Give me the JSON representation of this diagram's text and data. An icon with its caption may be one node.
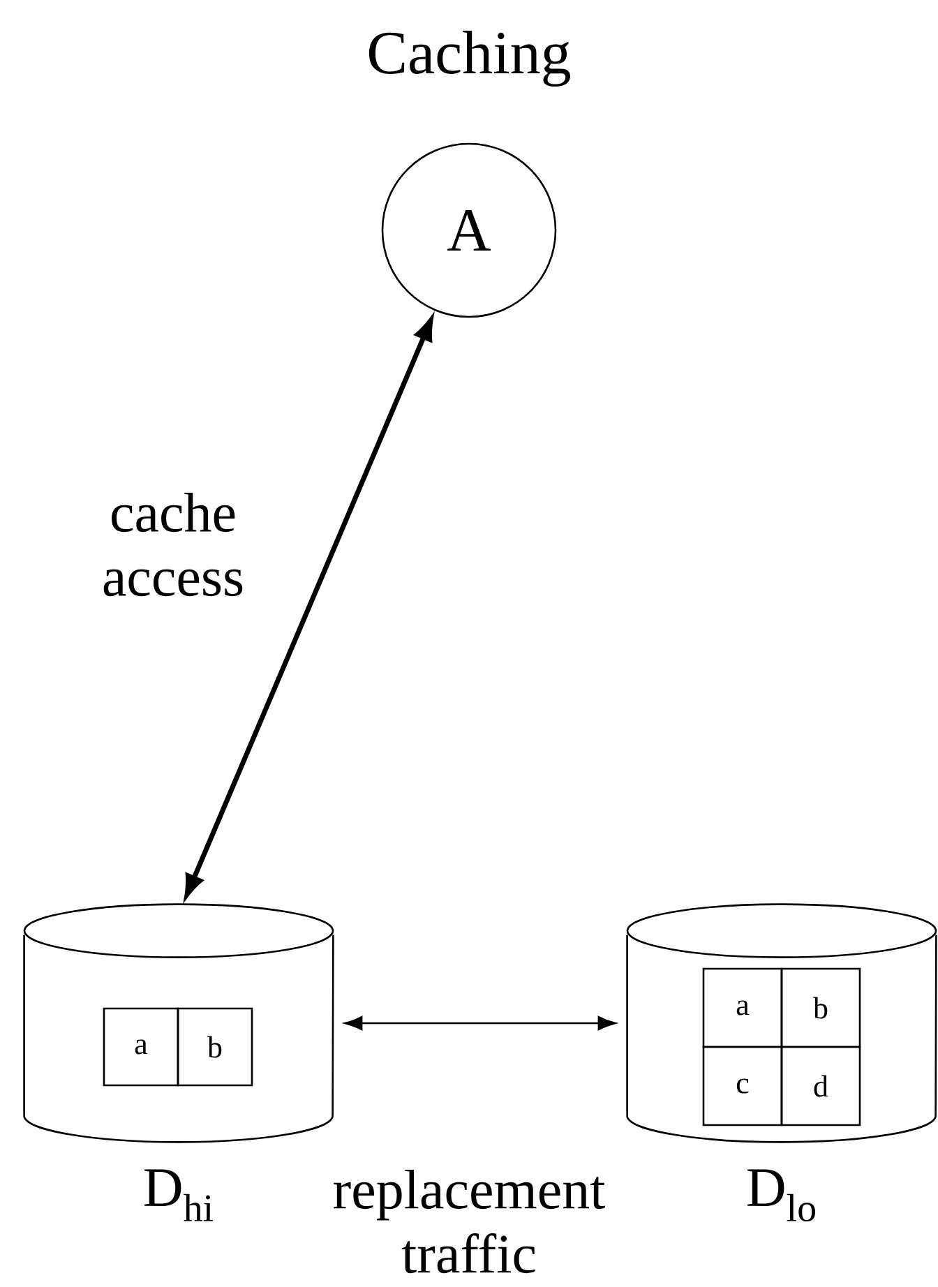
{
  "diagram": {
    "title": "Caching",
    "nodes": [
      {
        "text": [
          "A"
        ]
      },
      {
        "text": [],
        "shape": "cylinder",
        "beside": [
          "D$_{hi}$"
        ]
      },
      {
        "text": [
          "a"
        ],
        "in": 1
      },
      {
        "text": [
          "b"
        ],
        "in": 1
      },
      {
        "text": [],
        "shape": "cylinder",
        "beside": [
          "D$_{lo}$"
        ]
      },
      {
        "text": [
          "a"
        ],
        "in": 4
      },
      {
        "text": [
          "b"
        ],
        "in": 4
      },
      {
        "text": [
          "c"
        ],
        "in": 4
      },
      {
        "text": [
          "d"
        ],
        "in": 4
      }
    ],
    "edges": [
      {
        "from": 0,
        "to": 1,
        "arrow": "both",
        "label": "cache access",
        "style": "thick"
      },
      {
        "from": 1,
        "to": 4,
        "arrow": "both",
        "label": "replacement traffic"
      }
    ]
  }
}
